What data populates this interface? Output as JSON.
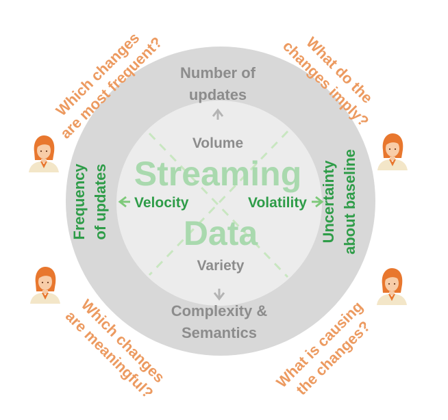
{
  "colors": {
    "outer_ring": "#d8d8d8",
    "inner_circle": "#ececec",
    "gray_text": "#8c8c8c",
    "green_text": "#2e9c48",
    "faded_green": "#a9d9ae",
    "dash_green": "#c8e6c0",
    "orange_text": "#ec9a60",
    "arrow_gray": "#b4b4b4",
    "arrow_green": "#7ec97a"
  },
  "center": {
    "title_line1": "Streaming",
    "title_line2": "Data"
  },
  "axes": {
    "top": "Volume",
    "bottom": "Variety",
    "left": "Velocity",
    "right": "Volatility"
  },
  "outer": {
    "top_line1": "Number of",
    "top_line2": "updates",
    "bottom_line1": "Complexity &",
    "bottom_line2": "Semantics",
    "left_line1": "Frequency",
    "left_line2": "of updates",
    "right_line1": "Uncertainty",
    "right_line2": "about baseline"
  },
  "questions": {
    "top_left_line1": "Which changes",
    "top_left_line2": "are most frequent?",
    "top_right_line1": "What do the",
    "top_right_line2": "changes imply?",
    "bottom_left_line1": "Which changes",
    "bottom_left_line2": "are meaningful?",
    "bottom_right_line1": "What is causing",
    "bottom_right_line2": "the changes?"
  },
  "icons": {
    "top_left": "person-icon",
    "top_right": "person-icon",
    "bottom_left": "person-icon",
    "bottom_right": "person-icon"
  }
}
